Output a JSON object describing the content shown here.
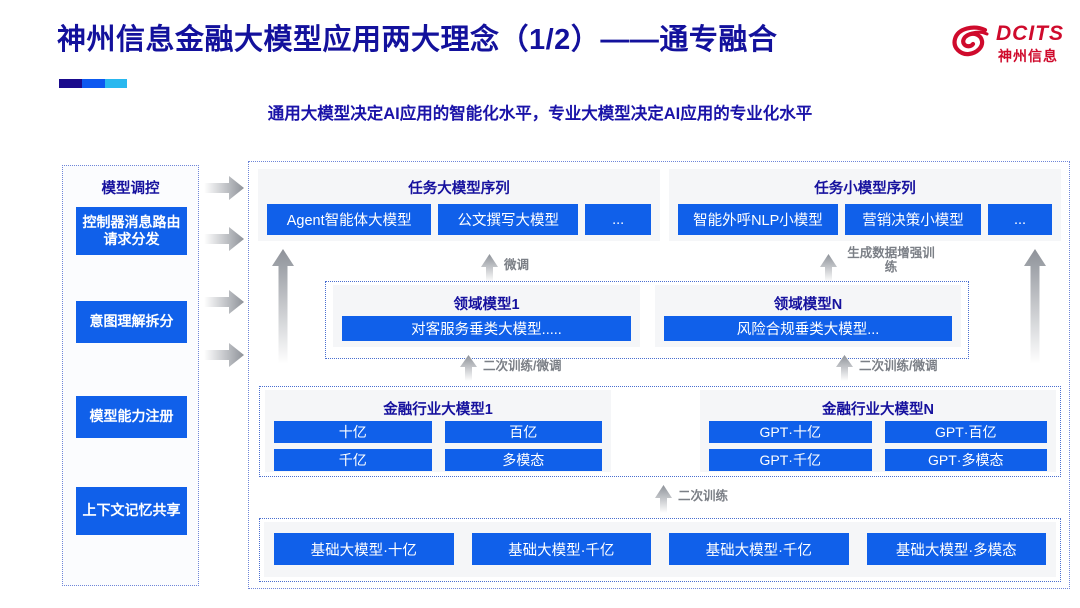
{
  "header": {
    "title": "神州信息金融大模型应用两大理念（1/2）——通专融合",
    "subtitle": "通用大模型决定AI应用的智能化水平，专业大模型决定AI应用的专业化水平",
    "logo": {
      "brand": "DCITS",
      "brand_cn": "神州信息",
      "color": "#cf0a2c"
    },
    "accent_colors": [
      "#1a0a8c",
      "#0d58f0",
      "#29b8ef"
    ]
  },
  "left_panel": {
    "title": "模型调控",
    "items": [
      {
        "label": "控制器消息路由请求分发"
      },
      {
        "label": "意图理解拆分"
      },
      {
        "label": "模型能力注册"
      },
      {
        "label": "上下文记忆共享"
      }
    ]
  },
  "diagram": {
    "task_big": {
      "title": "任务大模型序列",
      "chips": [
        "Agent智能体大模型",
        "公文撰写大模型",
        "..."
      ]
    },
    "task_small": {
      "title": "任务小模型序列",
      "chips": [
        "智能外呼NLP小模型",
        "营销决策小模型",
        "..."
      ]
    },
    "domain_1": {
      "title": "领域模型1",
      "chip": "对客服务垂类大模型....."
    },
    "domain_n": {
      "title": "领域模型N",
      "chip": "风险合规垂类大模型..."
    },
    "finance_1": {
      "title": "金融行业大模型1",
      "chips": [
        "十亿",
        "百亿",
        "千亿",
        "多模态"
      ]
    },
    "finance_n": {
      "title": "金融行业大模型N",
      "chips": [
        "GPT·十亿",
        "GPT·百亿",
        "GPT·千亿",
        "GPT·多模态"
      ]
    },
    "base": {
      "chips": [
        "基础大模型·十亿",
        "基础大模型·千亿",
        "基础大模型·千亿",
        "基础大模型·多模态"
      ]
    },
    "arrow_labels": {
      "fine_tune": "微调",
      "data_aug": "生成数据增强训练",
      "retrain_tune_left": "二次训练/微调",
      "retrain_tune_right": "二次训练/微调",
      "retrain": "二次训练"
    }
  },
  "colors": {
    "chip_blue": "#1060ea",
    "title_navy": "#16119e",
    "panel_bg": "#f5f6f8",
    "dotted_border": "#4a6fd0",
    "arrow_gray": "#9a9da3"
  }
}
